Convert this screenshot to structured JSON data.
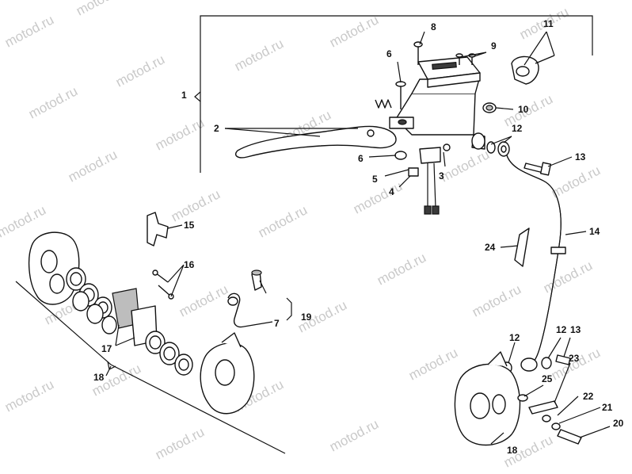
{
  "watermark": "motod.ru",
  "callouts": {
    "c1": "1",
    "c2": "2",
    "c3": "3",
    "c4": "4",
    "c5": "5",
    "c6a": "6",
    "c6b": "6",
    "c7": "7",
    "c8": "8",
    "c9": "9",
    "c10": "10",
    "c11": "11",
    "c12a": "12",
    "c12b": "12",
    "c12c": "12",
    "c13a": "13",
    "c13b": "13",
    "c14": "14",
    "c15": "15",
    "c16": "16",
    "c17": "17",
    "c18a": "18",
    "c18b": "18",
    "c19": "19",
    "c20": "20",
    "c21": "21",
    "c22": "22",
    "c23": "23",
    "c24": "24",
    "c25": "25"
  }
}
